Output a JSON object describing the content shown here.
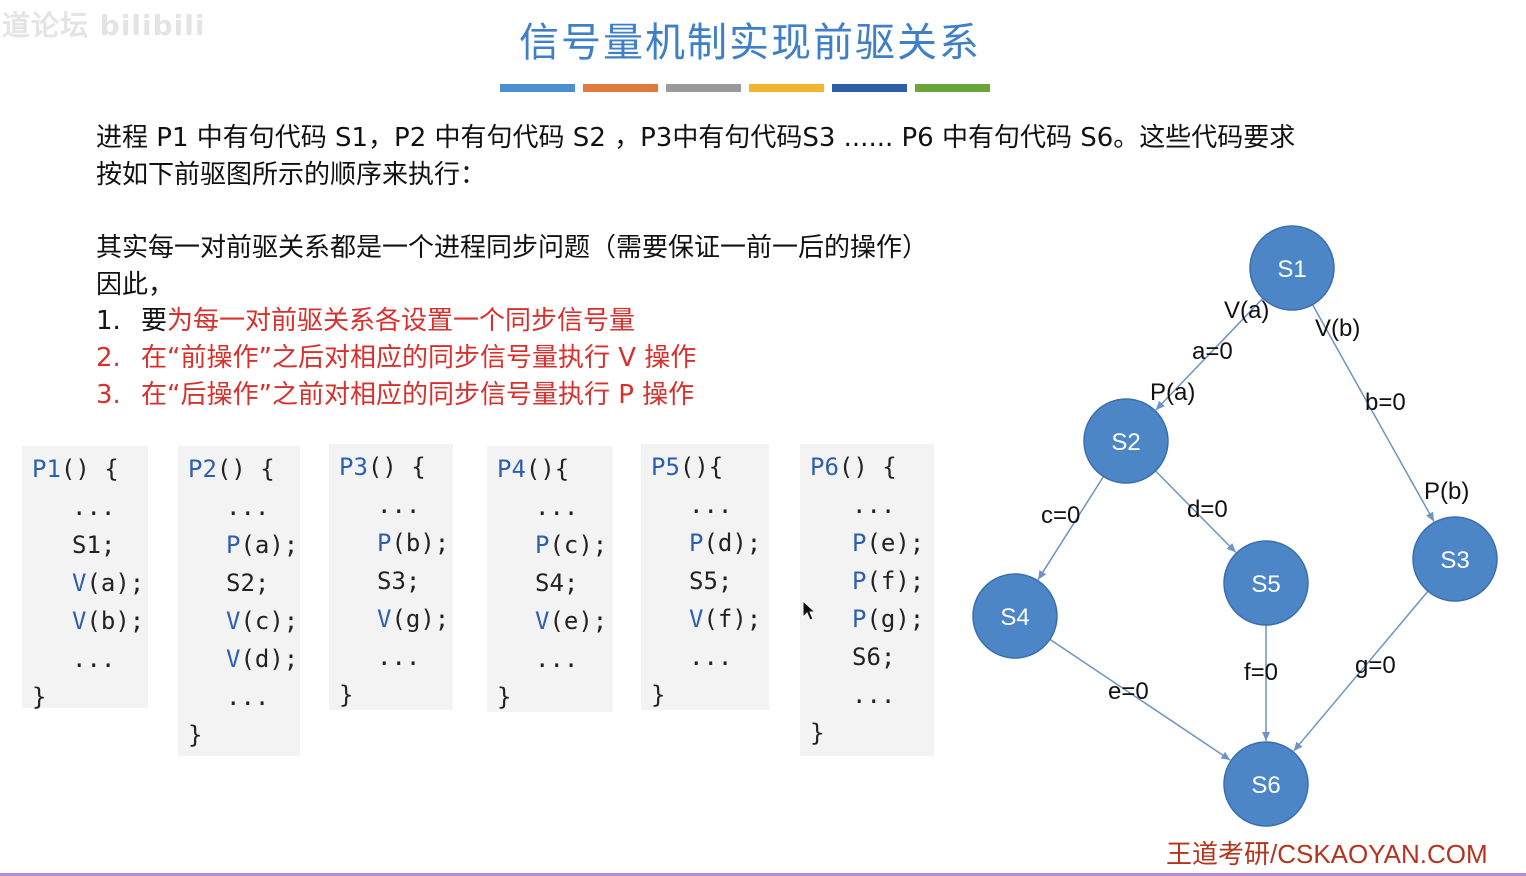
{
  "watermark": "道论坛 bilibili",
  "title": "信号量机制实现前驱关系",
  "colors": {
    "title": "#3f7fc7",
    "node_fill": "#4d86c6",
    "node_stroke": "#3a6fae",
    "edge": "#6d93c4",
    "red_text": "#d8312d",
    "bars": [
      "#4d90cf",
      "#e07b3c",
      "#9a9a9a",
      "#f2b531",
      "#2f5da8",
      "#6aa53c"
    ]
  },
  "intro": {
    "line1": "进程 P1 中有句代码 S1，P2 中有句代码 S2 ，P3中有句代码S3 ...... P6 中有句代码 S6。这些代码要求",
    "line2": "按如下前驱图所示的顺序来执行："
  },
  "explain": {
    "line1": "其实每一对前驱关系都是一个进程同步问题（需要保证一前一后的操作）",
    "line2": "因此，"
  },
  "steps": [
    {
      "num": "1.",
      "prefix": "要",
      "text": "为每一对前驱关系各设置一个同步信号量"
    },
    {
      "num": "2.",
      "prefix": "",
      "text": "在“前操作”之后对相应的同步信号量执行 V 操作"
    },
    {
      "num": "3.",
      "prefix": "",
      "text": "在“后操作”之前对相应的同步信号量执行 P 操作"
    }
  ],
  "code": [
    {
      "header_name": "P1",
      "header_rest": "() {",
      "lines": [
        {
          "kw": "",
          "text": "..."
        },
        {
          "kw": "",
          "text": "S1;"
        },
        {
          "kw": "V",
          "text": "(a);"
        },
        {
          "kw": "V",
          "text": "(b);"
        },
        {
          "kw": "",
          "text": "..."
        }
      ],
      "close": "}"
    },
    {
      "header_name": "P2",
      "header_rest": "() {",
      "lines": [
        {
          "kw": "",
          "text": "..."
        },
        {
          "kw": "P",
          "text": "(a);"
        },
        {
          "kw": "",
          "text": "S2;"
        },
        {
          "kw": "V",
          "text": "(c);"
        },
        {
          "kw": "V",
          "text": "(d);"
        },
        {
          "kw": "",
          "text": "..."
        }
      ],
      "close": "}"
    },
    {
      "header_name": "P3",
      "header_rest": "() {",
      "lines": [
        {
          "kw": "",
          "text": "..."
        },
        {
          "kw": "P",
          "text": "(b);"
        },
        {
          "kw": "",
          "text": "S3;"
        },
        {
          "kw": "V",
          "text": "(g);"
        },
        {
          "kw": "",
          "text": "..."
        }
      ],
      "close": "}"
    },
    {
      "header_name": "P4",
      "header_rest": "(){",
      "lines": [
        {
          "kw": "",
          "text": "..."
        },
        {
          "kw": "P",
          "text": "(c);"
        },
        {
          "kw": "",
          "text": "S4;"
        },
        {
          "kw": "V",
          "text": "(e);"
        },
        {
          "kw": "",
          "text": "..."
        }
      ],
      "close": "}"
    },
    {
      "header_name": "P5",
      "header_rest": "(){",
      "lines": [
        {
          "kw": "",
          "text": "..."
        },
        {
          "kw": "P",
          "text": "(d);"
        },
        {
          "kw": "",
          "text": "S5;"
        },
        {
          "kw": "V",
          "text": "(f);"
        },
        {
          "kw": "",
          "text": "..."
        }
      ],
      "close": "}"
    },
    {
      "header_name": "P6",
      "header_rest": "() {",
      "lines": [
        {
          "kw": "",
          "text": "..."
        },
        {
          "kw": "P",
          "text": "(e);"
        },
        {
          "kw": "P",
          "text": "(f);"
        },
        {
          "kw": "P",
          "text": "(g);"
        },
        {
          "kw": "",
          "text": "S6;"
        },
        {
          "kw": "",
          "text": "..."
        }
      ],
      "close": "}"
    }
  ],
  "graph": {
    "nodes": [
      "S1",
      "S2",
      "S3",
      "S4",
      "S5",
      "S6"
    ],
    "edge_labels": {
      "va": "V(a)",
      "a0": "a=0",
      "pa": "P(a)",
      "vb": "V(b)",
      "b0": "b=0",
      "pb": "P(b)",
      "c0": "c=0",
      "d0": "d=0",
      "e0": "e=0",
      "f0": "f=0",
      "g0": "g=0"
    }
  },
  "brand": "王道考研/CSKAOYAN.COM"
}
